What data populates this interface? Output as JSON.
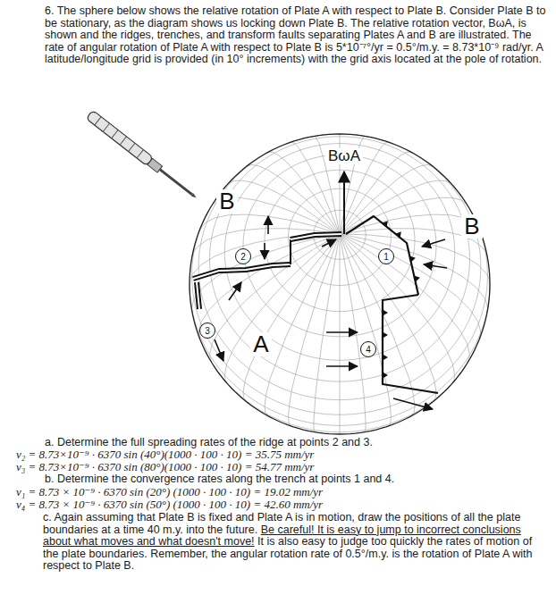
{
  "diagram": {
    "nodes": [
      {
        "text": [
          "2"
        ]
      },
      {
        "text": [
          "1"
        ]
      },
      {
        "text": [
          "3"
        ]
      },
      {
        "text": [
          "4"
        ]
      }
    ],
    "labels": [
      "6. The sphere below shows the relative rotation of Plate A with respect to Plate B. Consider Plate B to be stationary, as the diagram shows us locking down Plate B. The relative rotation vector, BωA, is shown and the ridges, trenches, and transform faults separating Plates A and B are illustrated. The rate of angular rotation of Plate A with respect to Plate B is 5*10⁻⁷°/yr = 0.5°/m.y. = 8.73*10⁻⁹ rad/yr. A latitude/longitude grid is provided (in 10° increments) with the grid axis located at the pole of rotation.",
      "BωA",
      "B",
      "B",
      "A",
      "a. Determine the full spreading rates of the ridge at points 2 and 3.",
      "v₂ = 8.73×10⁻⁹ · 6370 sin (40°)(1000 · 100 · 10) = 35.75 mm/yr",
      "v₃ = 8.73×10⁻⁹ · 6370 sin (80°)(1000 · 100 · 10) = 54.77 mm/yr",
      "b. Determine the convergence rates along the trench at points 1 and 4.",
      "v₁ = 8.73 × 10⁻⁹ · 6370 sin (20°) (1000 · 100 · 10) = 19.02 mm/yr",
      "v₄ = 8.73 × 10⁻⁹ · 6370 sin (50°) (1000 · 100 · 10) = 42.60 mm/yr",
      "c. Again assuming that Plate B is fixed and Plate A is in motion, draw the positions of all the plate boundaries at a time 40 m.y. into the future.",
      "Be careful! It is easy to jump to incorrect conclusions about what moves and what doesn't move!",
      "It is also easy to judge too quickly the rates of motion of the plate boundaries. Remember, the angular rotation rate of 0.5°/m.y. is the rotation of Plate A with respect to Plate B."
    ]
  }
}
